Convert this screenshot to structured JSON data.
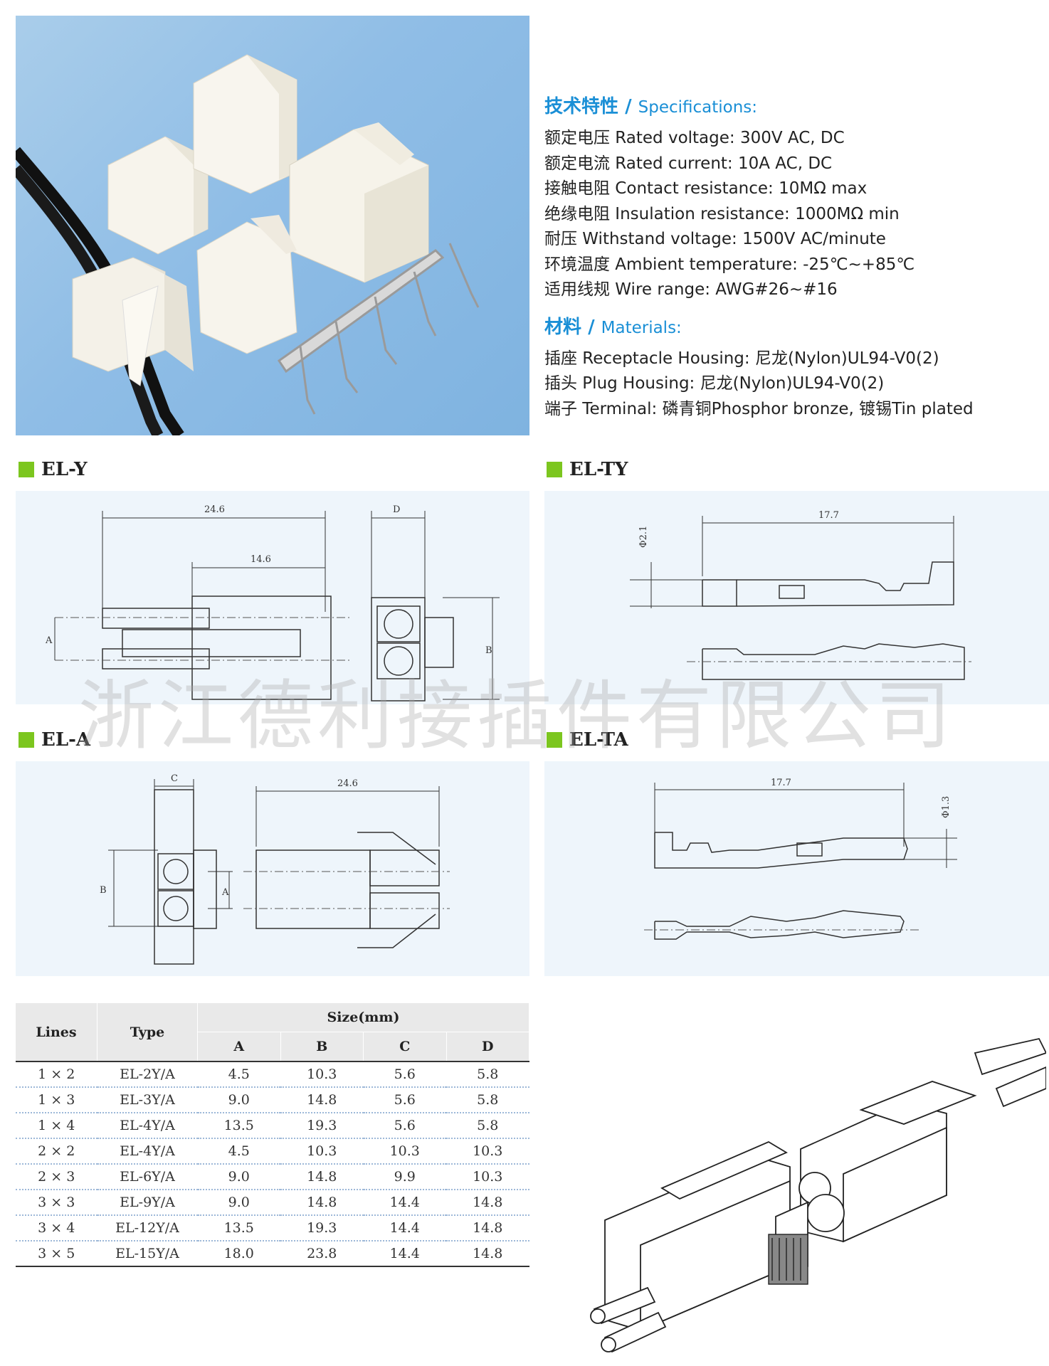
{
  "specs": {
    "heading_cn": "技术特性",
    "heading_sep": " / ",
    "heading_en": "Specifications:",
    "lines": [
      "额定电压 Rated voltage: 300V AC, DC",
      "额定电流 Rated current: 10A AC, DC",
      "接触电阻 Contact resistance: 10MΩ max",
      "绝缘电阻 Insulation resistance: 1000MΩ min",
      "耐压 Withstand voltage: 1500V AC/minute",
      "环境温度 Ambient temperature: -25℃~+85℃",
      "适用线规 Wire range: AWG#26~#16"
    ]
  },
  "materials": {
    "heading_cn": "材料",
    "heading_sep": " / ",
    "heading_en": "Materials:",
    "lines": [
      "插座 Receptacle Housing: 尼龙(Nylon)UL94-V0(2)",
      "插头 Plug Housing: 尼龙(Nylon)UL94-V0(2)",
      "端子 Terminal: 磷青铜Phosphor bronze, 镀锡Tin plated"
    ]
  },
  "sections": {
    "el_y": "EL-Y",
    "el_ty": "EL-TY",
    "el_a": "EL-A",
    "el_ta": "EL-TA"
  },
  "drawings": {
    "el_y": {
      "dim_total": "24.6",
      "dim_inner": "14.6",
      "dim_d": "D",
      "dim_a": "A",
      "dim_b": "B"
    },
    "el_ty": {
      "dim_len": "17.7",
      "dim_dia": "Φ2.1"
    },
    "el_a": {
      "dim_c": "C",
      "dim_total": "24.6",
      "dim_a": "A",
      "dim_b": "B"
    },
    "el_ta": {
      "dim_len": "17.7",
      "dim_dia": "Φ1.3"
    }
  },
  "watermark": "浙江德利接插件有限公司",
  "table": {
    "headers": {
      "lines": "Lines",
      "type": "Type",
      "size": "Size(mm)",
      "a": "A",
      "b": "B",
      "c": "C",
      "d": "D"
    },
    "rows": [
      {
        "lines": "1 × 2",
        "type": "EL-2Y/A",
        "a": "4.5",
        "b": "10.3",
        "c": "5.6",
        "d": "5.8"
      },
      {
        "lines": "1 × 3",
        "type": "EL-3Y/A",
        "a": "9.0",
        "b": "14.8",
        "c": "5.6",
        "d": "5.8"
      },
      {
        "lines": "1 × 4",
        "type": "EL-4Y/A",
        "a": "13.5",
        "b": "19.3",
        "c": "5.6",
        "d": "5.8"
      },
      {
        "lines": "2 × 2",
        "type": "EL-4Y/A",
        "a": "4.5",
        "b": "10.3",
        "c": "10.3",
        "d": "10.3"
      },
      {
        "lines": "2 × 3",
        "type": "EL-6Y/A",
        "a": "9.0",
        "b": "14.8",
        "c": "9.9",
        "d": "10.3"
      },
      {
        "lines": "3 × 3",
        "type": "EL-9Y/A",
        "a": "9.0",
        "b": "14.8",
        "c": "14.4",
        "d": "14.8"
      },
      {
        "lines": "3 × 4",
        "type": "EL-12Y/A",
        "a": "13.5",
        "b": "19.3",
        "c": "14.4",
        "d": "14.8"
      },
      {
        "lines": "3 × 5",
        "type": "EL-15Y/A",
        "a": "18.0",
        "b": "23.8",
        "c": "14.4",
        "d": "14.8"
      }
    ]
  },
  "colors": {
    "accent_blue": "#1a8fd6",
    "section_green": "#7cc61f",
    "panel_bg": "#eef5fb"
  }
}
